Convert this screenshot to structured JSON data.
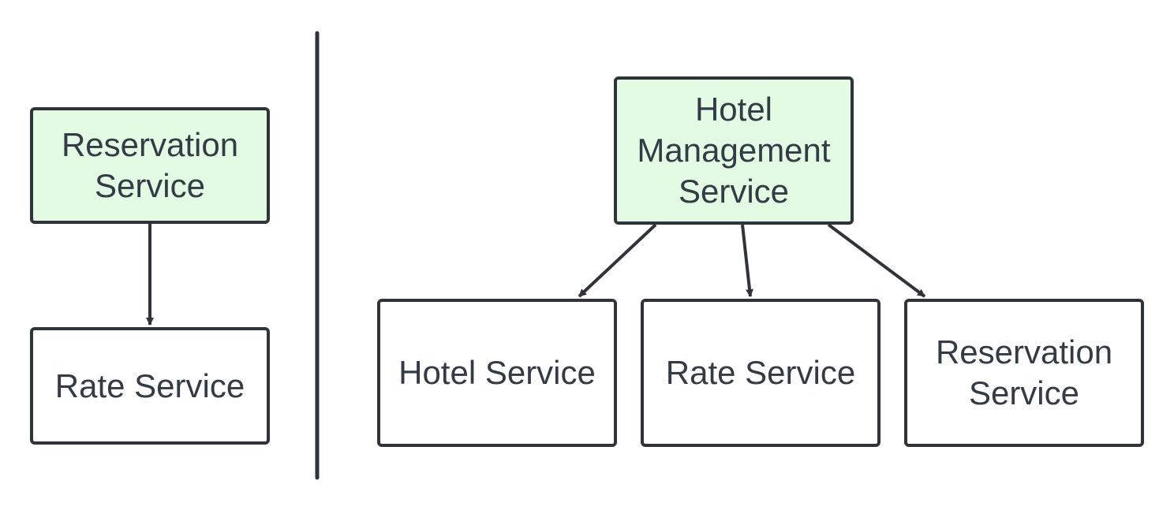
{
  "colors": {
    "primary_fill": "#e3fae3",
    "secondary_fill": "#ffffff",
    "stroke": "#2f343b",
    "text": "#333b46"
  },
  "left": {
    "parent": {
      "line1": "Reservation",
      "line2": "Service"
    },
    "child": {
      "label": "Rate Service"
    }
  },
  "right": {
    "parent": {
      "line1": "Hotel",
      "line2": "Management",
      "line3": "Service"
    },
    "children": [
      {
        "label": "Hotel Service"
      },
      {
        "label": "Rate Service"
      },
      {
        "line1": "Reservation",
        "line2": "Service"
      }
    ]
  }
}
